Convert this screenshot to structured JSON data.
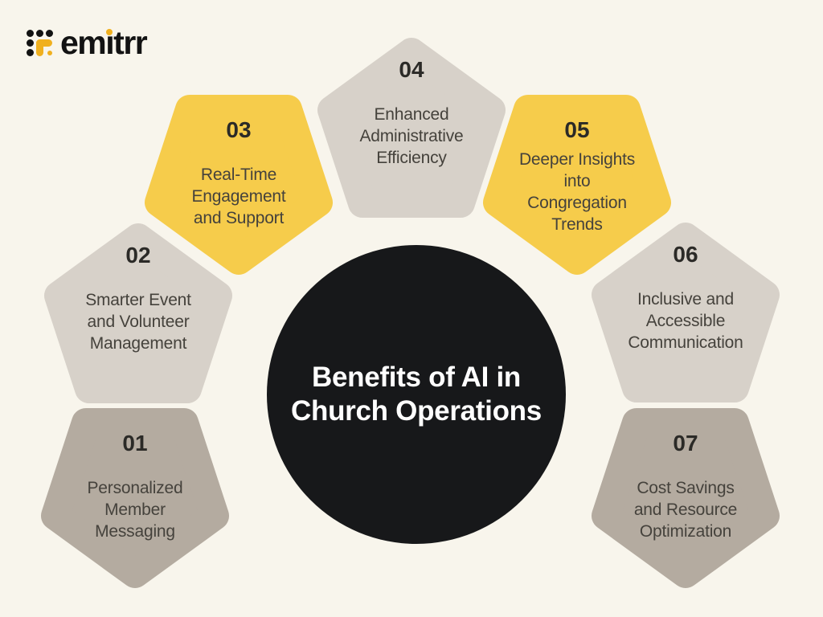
{
  "page": {
    "background": "#f8f5ec"
  },
  "logo": {
    "word": "emitrr",
    "text_before_i": "em",
    "i_letter": "ı",
    "text_after_i": "trr",
    "black": "#131313",
    "yellow": "#f0b01f"
  },
  "center": {
    "line1": "Benefits of AI in",
    "line2": "Church Operations",
    "background": "#17181a",
    "text_color": "#ffffff"
  },
  "colors": {
    "pentagon_yellow": "#f6cc4b",
    "pentagon_light": "#d7d1c9",
    "pentagon_dark": "#b4aba0",
    "number_text": "#2b2a27",
    "label_text": "#45423c"
  },
  "items": [
    {
      "number": "01",
      "label": "Personalized\nMember\nMessaging",
      "color": "#b4aba0",
      "orientation": "down"
    },
    {
      "number": "02",
      "label": "Smarter Event\nand Volunteer\nManagement",
      "color": "#d7d1c9",
      "orientation": "up"
    },
    {
      "number": "03",
      "label": "Real-Time\nEngagement\nand Support",
      "color": "#f6cc4b",
      "orientation": "down"
    },
    {
      "number": "04",
      "label": "Enhanced\nAdministrative\nEfficiency",
      "color": "#d7d1c9",
      "orientation": "up"
    },
    {
      "number": "05",
      "label": "Deeper Insights\ninto\nCongregation\nTrends",
      "color": "#f6cc4b",
      "orientation": "down"
    },
    {
      "number": "06",
      "label": "Inclusive and\nAccessible\nCommunication",
      "color": "#d7d1c9",
      "orientation": "up"
    },
    {
      "number": "07",
      "label": "Cost Savings\nand Resource\nOptimization",
      "color": "#b4aba0",
      "orientation": "down"
    }
  ]
}
